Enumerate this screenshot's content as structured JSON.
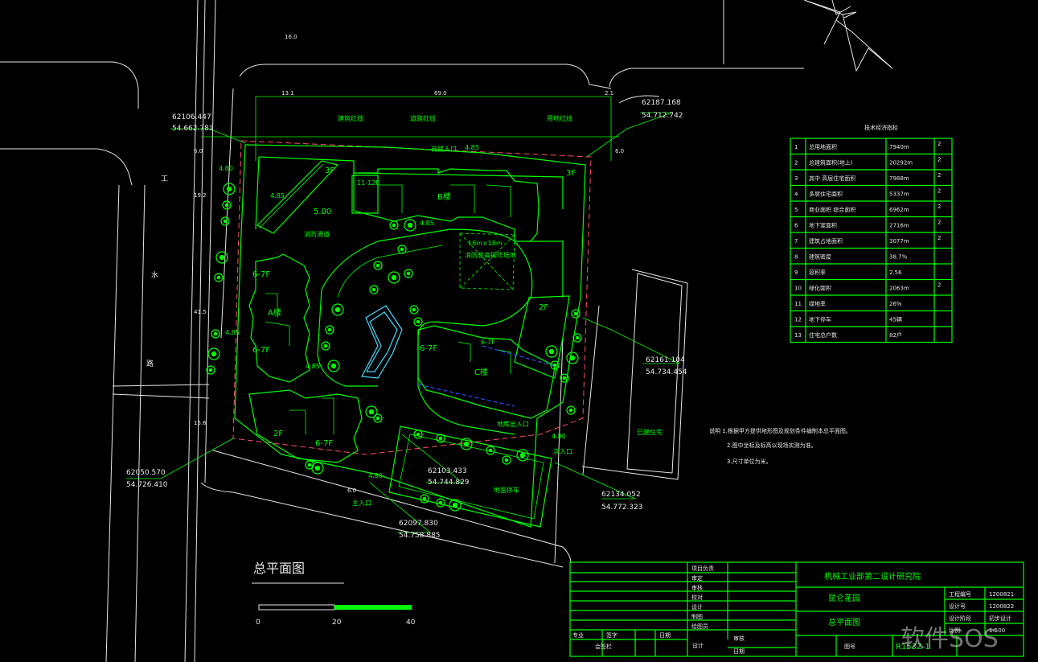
{
  "drawing": {
    "title": "总平面图",
    "scale_bar": {
      "ticks": [
        "0",
        "20",
        "40"
      ]
    },
    "north_label": "",
    "road_labels": [
      "工",
      "水",
      "路"
    ],
    "buildings": {
      "b": "B楼",
      "a": "A楼",
      "c": "C楼",
      "f3a": "3F",
      "f3b": "3F",
      "f2a": "2F",
      "f2b": "2F",
      "fa": "6-7F",
      "fb": "6-7F",
      "fc": "6-7F",
      "fd": "6-7F",
      "fe": "11-12F",
      "ff": "6-7F"
    },
    "labels": {
      "plaza": "18m×18m",
      "plaza2": "消防登高操作场地",
      "parking": "地面停车",
      "parking2": "已建住宅",
      "elev1": "5.00",
      "elev2": "4.85",
      "elev3": "4.85",
      "elev4": "4.85",
      "elev5": "4.85",
      "elev6": "4.80",
      "elev7": "4.80",
      "elev8": "4.80",
      "elev9": "4.85",
      "ramp": "消防通道",
      "redline": "用地红线",
      "buildline": "建筑红线",
      "road_edge": "道路红线",
      "entry1": "主入口",
      "entry2": "次入口",
      "entry3": "商铺入口",
      "entry4": "地库出入口",
      "dim_top": "69.0",
      "dim_top2": "13.1",
      "dim_top3": "2.1",
      "dim_right": "6.0",
      "dim_left": "6.0",
      "dim_left2": "19.2",
      "dim_left3": "41.5",
      "dim_left4": "15.6",
      "dim_btm": "6.0",
      "dim_v": "16.0"
    },
    "coords": [
      {
        "n": "62106.447",
        "e": "54.662.781"
      },
      {
        "n": "62187.168",
        "e": "54.712.742"
      },
      {
        "n": "62161.104",
        "e": "54.734.454"
      },
      {
        "n": "62050.570",
        "e": "54.726.410"
      },
      {
        "n": "62103.433",
        "e": "54.744.829"
      },
      {
        "n": "62134.052",
        "e": "54.772.323"
      },
      {
        "n": "62097.830",
        "e": "54.758.885"
      }
    ],
    "notes": [
      "说明 1.根据甲方提供地形图及规划条件编制本总平面图。",
      "2.图中坐标及标高以现场实测为准。",
      "3.尺寸单位为米。"
    ]
  },
  "table": {
    "title": "技术经济指标",
    "rows": [
      {
        "no": "1",
        "name": "总用地面积",
        "value": "7940m",
        "unit": "2"
      },
      {
        "no": "2",
        "name": "总建筑面积(地上)",
        "value": "20292m",
        "unit": "2"
      },
      {
        "no": "3",
        "name": "其中  高层住宅面积",
        "value": "7988m",
        "unit": "2"
      },
      {
        "no": "4",
        "name": "多层住宅面积",
        "value": "5337m",
        "unit": "2"
      },
      {
        "no": "5",
        "name": "商业面积   综合面积",
        "value": "6962m",
        "unit": "2"
      },
      {
        "no": "6",
        "name": "地下室面积",
        "value": "2716m",
        "unit": "2"
      },
      {
        "no": "7",
        "name": "建筑占地面积",
        "value": "3077m",
        "unit": "2"
      },
      {
        "no": "8",
        "name": "建筑密度",
        "value": "38.7%",
        "unit": ""
      },
      {
        "no": "9",
        "name": "容积率",
        "value": "2.56",
        "unit": ""
      },
      {
        "no": "10",
        "name": "绿化面积",
        "value": "2063m",
        "unit": "2"
      },
      {
        "no": "11",
        "name": "绿地率",
        "value": "26%",
        "unit": ""
      },
      {
        "no": "12",
        "name": "地下停车",
        "value": "45辆",
        "unit": ""
      },
      {
        "no": "13",
        "name": "住宅总户数",
        "value": "82户",
        "unit": ""
      }
    ]
  },
  "title_block": {
    "company": "机械工业部第二设计研究院",
    "project": "昆仑花园",
    "drawing_name": "总平面图",
    "drawing_no": "R153Z-1",
    "left_rows": [
      "项目负责",
      "审定",
      "审核",
      "校对",
      "设计",
      "制图",
      "绘图员"
    ],
    "bottom_cells": [
      "专业",
      "签字",
      "日期",
      "会签栏"
    ],
    "right_rows": [
      {
        "k": "工程编号",
        "v": "1200821"
      },
      {
        "k": "设计号",
        "v": "1200822"
      },
      {
        "k": "设计阶段",
        "v": "初步设计"
      },
      {
        "k": "比例",
        "v": "1:500"
      }
    ],
    "misc": {
      "sheet": "图号",
      "date": "日期",
      "design": "设计",
      "check": "审核"
    }
  },
  "watermark": "软件SOS"
}
